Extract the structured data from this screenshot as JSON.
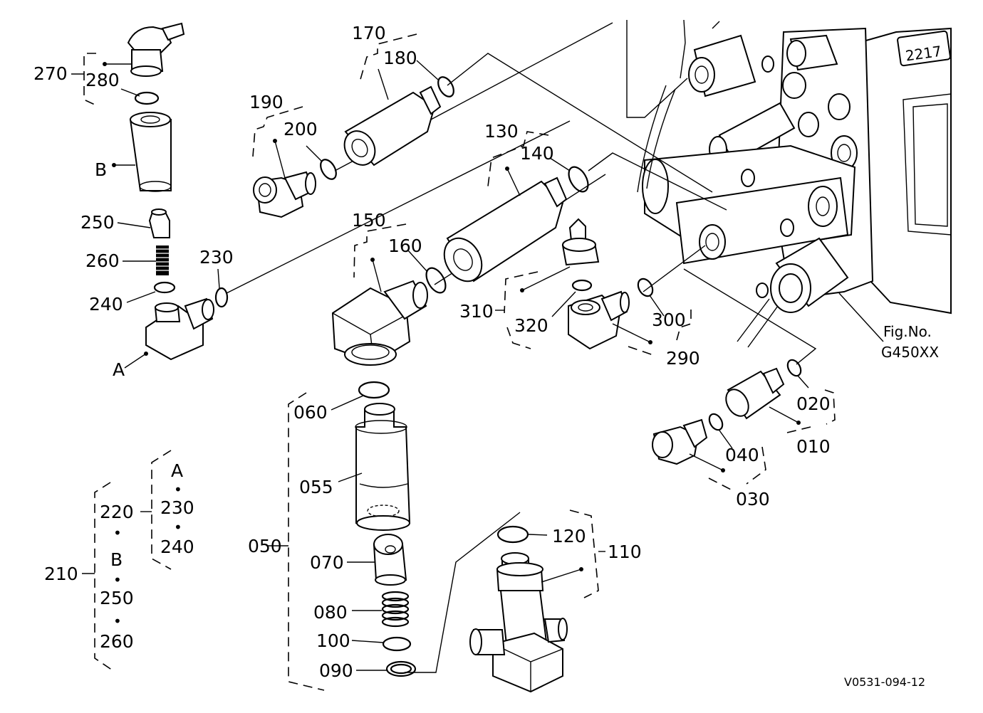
{
  "labels": {
    "l010": "010",
    "l020": "020",
    "l030": "030",
    "l040": "040",
    "l050": "050",
    "l055": "055",
    "l060": "060",
    "l070": "070",
    "l080": "080",
    "l090": "090",
    "l100": "100",
    "l110": "110",
    "l120": "120",
    "l130": "130",
    "l140": "140",
    "l150": "150",
    "l160": "160",
    "l170": "170",
    "l180": "180",
    "l190": "190",
    "l200": "200",
    "l210": "210",
    "l220": "220",
    "l230": "230",
    "l240": "240",
    "l250": "250",
    "l260": "260",
    "l270": "270",
    "l280": "280",
    "l290": "290",
    "l300": "300",
    "l310": "310",
    "l320": "320",
    "lA": "A",
    "lB": "B"
  },
  "legend": {
    "k220": "220",
    "kA": "A",
    "k230": "230",
    "k240": "240",
    "kB": "B",
    "k250": "250",
    "k260": "260",
    "k210": "210",
    "bullet": "•"
  },
  "figure_ref": {
    "line1": "Fig.No.",
    "line2": "G450XX"
  },
  "casting_number": "2217",
  "drawing_id": "V0531-094-12"
}
